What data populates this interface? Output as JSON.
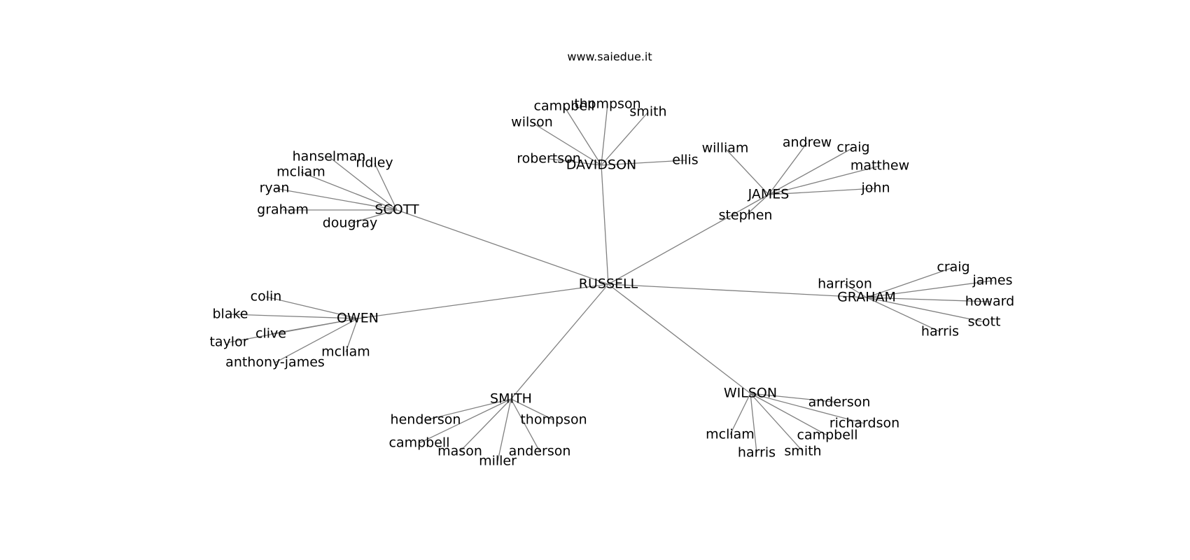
{
  "title": "www.saiedue.it",
  "colors": {
    "edge": "#808080",
    "text": "#000000",
    "background": "#ffffff"
  },
  "root": "RUSSELL",
  "groups": [
    {
      "name": "DAVIDSON",
      "children": [
        "campbell",
        "thompson",
        "smith",
        "wilson",
        "robertson",
        "ellis"
      ]
    },
    {
      "name": "SCOTT",
      "children": [
        "hanselman",
        "ridley",
        "mcliam",
        "ryan",
        "graham",
        "dougray"
      ]
    },
    {
      "name": "JAMES",
      "children": [
        "william",
        "andrew",
        "craig",
        "matthew",
        "john",
        "stephen"
      ]
    },
    {
      "name": "OWEN",
      "children": [
        "colin",
        "blake",
        "clive",
        "taylor",
        "mcliam",
        "anthony-james"
      ]
    },
    {
      "name": "GRAHAM",
      "children": [
        "harrison",
        "craig",
        "james",
        "howard",
        "scott",
        "harris"
      ]
    },
    {
      "name": "SMITH",
      "children": [
        "henderson",
        "thompson",
        "campbell",
        "mason",
        "miller",
        "anderson"
      ]
    },
    {
      "name": "WILSON",
      "children": [
        "anderson",
        "richardson",
        "mcliam",
        "campbell",
        "harris",
        "smith"
      ]
    }
  ]
}
